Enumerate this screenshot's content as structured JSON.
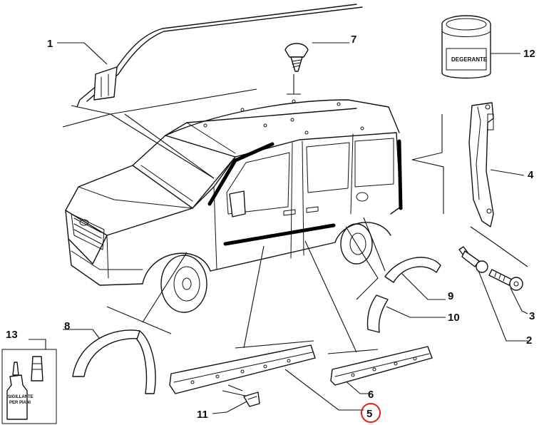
{
  "callouts": {
    "c1": "1",
    "c2": "2",
    "c3": "3",
    "c4": "4",
    "c5": "5",
    "c6": "6",
    "c7": "7",
    "c8": "8",
    "c9": "9",
    "c10": "10",
    "c11": "11",
    "c12": "12",
    "c13": "13"
  },
  "labels": {
    "jar": "DEGERANTE",
    "bottle_line1": "SIGILLANTE",
    "bottle_line2": "PER PIANI"
  },
  "highlight": {
    "callout": "5",
    "color": "#e0201c"
  }
}
